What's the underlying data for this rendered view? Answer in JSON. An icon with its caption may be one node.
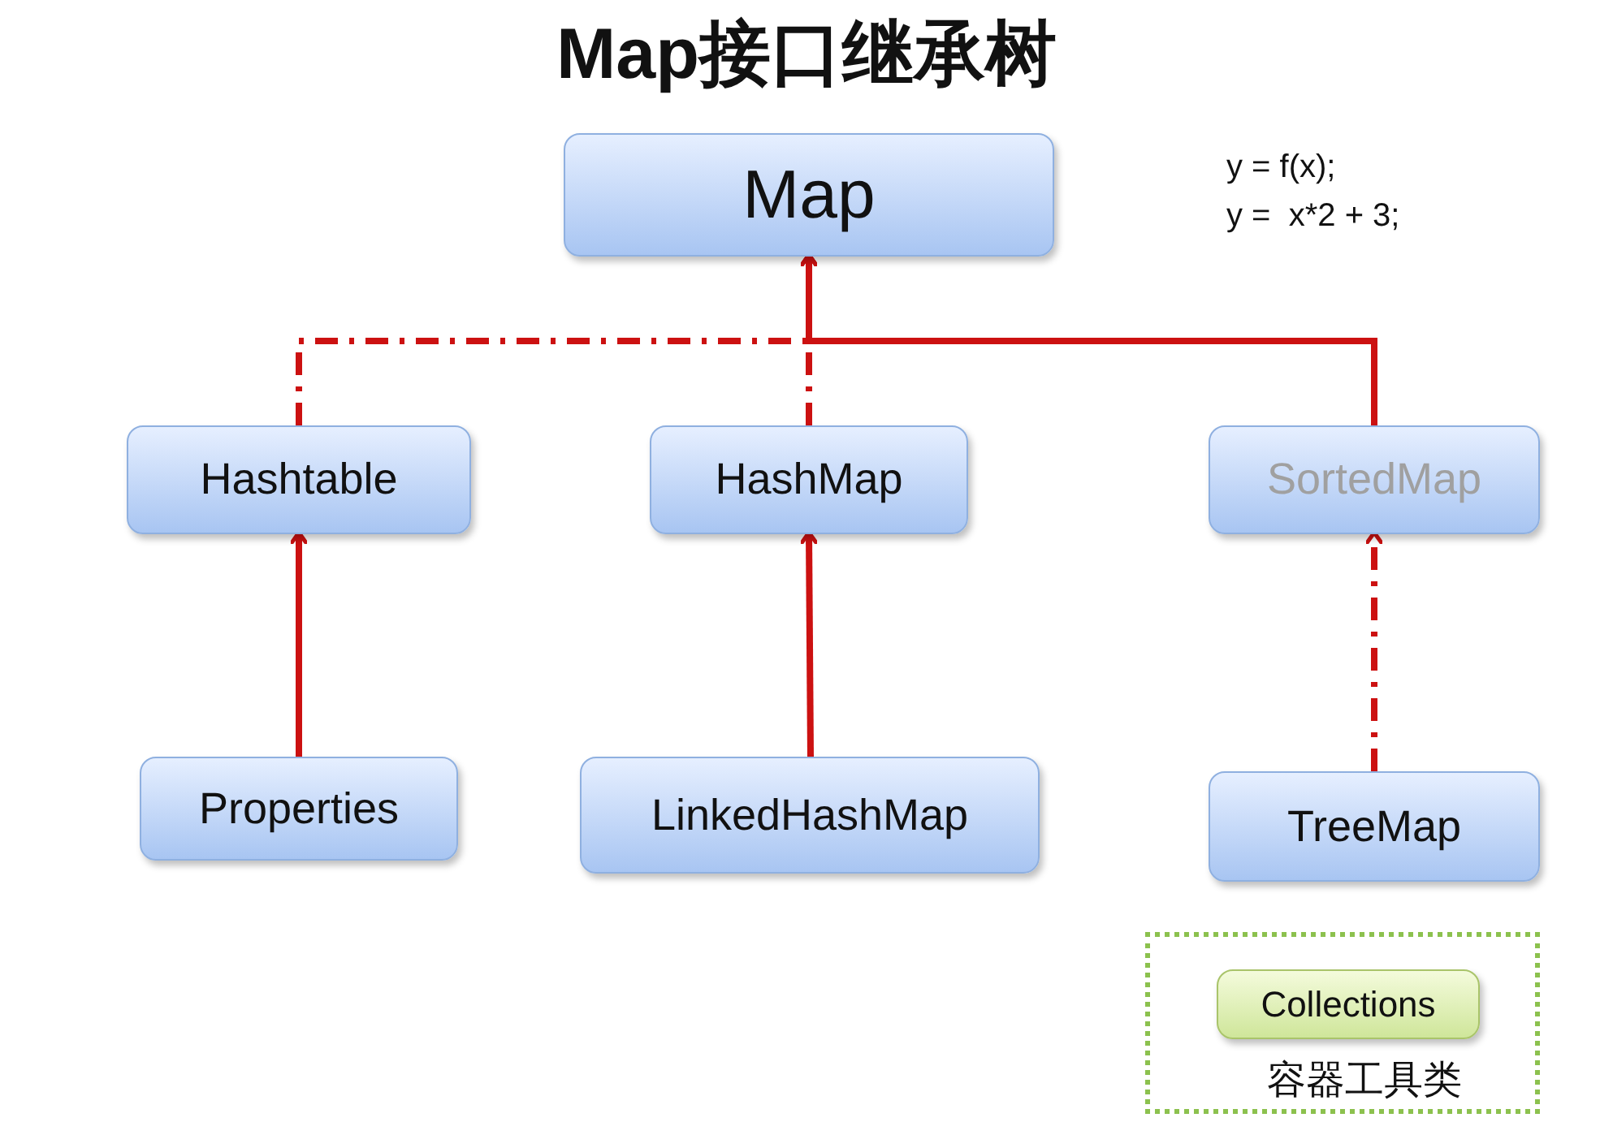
{
  "diagram": {
    "title": "Map接口继承树",
    "nodes": [
      {
        "text": [
          "Map"
        ]
      },
      {
        "text": [
          "Hashtable"
        ]
      },
      {
        "text": [
          "HashMap"
        ]
      },
      {
        "text": [
          "SortedMap"
        ]
      },
      {
        "text": [
          "Properties"
        ]
      },
      {
        "text": [
          "LinkedHashMap"
        ]
      },
      {
        "text": [
          "TreeMap"
        ]
      },
      {
        "text": [
          "容器工具类"
        ]
      },
      {
        "text": [
          "Collections"
        ],
        "in": 7
      }
    ],
    "edges": [
      {
        "from": 1,
        "to": 0,
        "arrow": "to",
        "style": "dashed"
      },
      {
        "from": 2,
        "to": 0,
        "arrow": "to",
        "style": "dashed"
      },
      {
        "from": 3,
        "to": 0,
        "arrow": "to"
      },
      {
        "from": 4,
        "to": 1,
        "arrow": "to"
      },
      {
        "from": 5,
        "to": 2,
        "arrow": "to"
      },
      {
        "from": 6,
        "to": 3,
        "arrow": "to",
        "style": "dashed"
      }
    ],
    "labels": [
      "y = f(x);",
      "y =  x*2 + 3;"
    ]
  }
}
